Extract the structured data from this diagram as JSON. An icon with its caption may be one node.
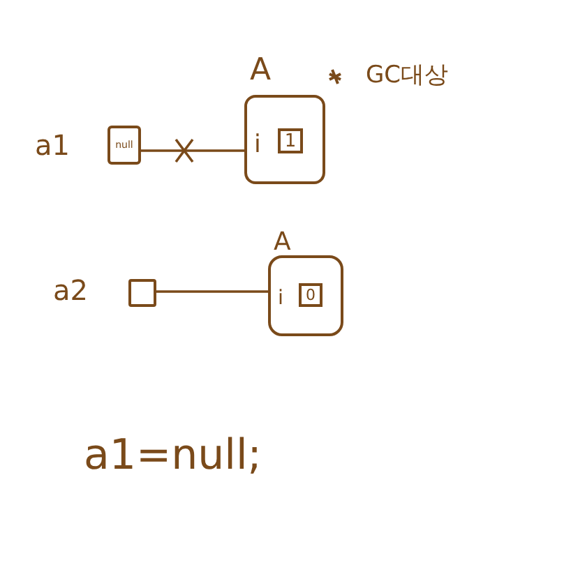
{
  "diagram": {
    "nodes": [
      {
        "text": [
          "null"
        ],
        "beside": [
          "a1"
        ]
      },
      {
        "text": [
          "A",
          "i"
        ]
      },
      {
        "text": [
          "1"
        ],
        "in": 1
      },
      {
        "text": [],
        "shape": "box",
        "beside": [
          "a2"
        ]
      },
      {
        "text": [
          "A",
          "i"
        ]
      },
      {
        "text": [
          "0"
        ],
        "in": 4
      }
    ],
    "edges": [
      {
        "from": 0,
        "to": 1,
        "arrow": "none"
      },
      {
        "from": 3,
        "to": 4,
        "arrow": "none"
      }
    ],
    "labels": [
      "GC대상",
      "a1=null;"
    ]
  }
}
